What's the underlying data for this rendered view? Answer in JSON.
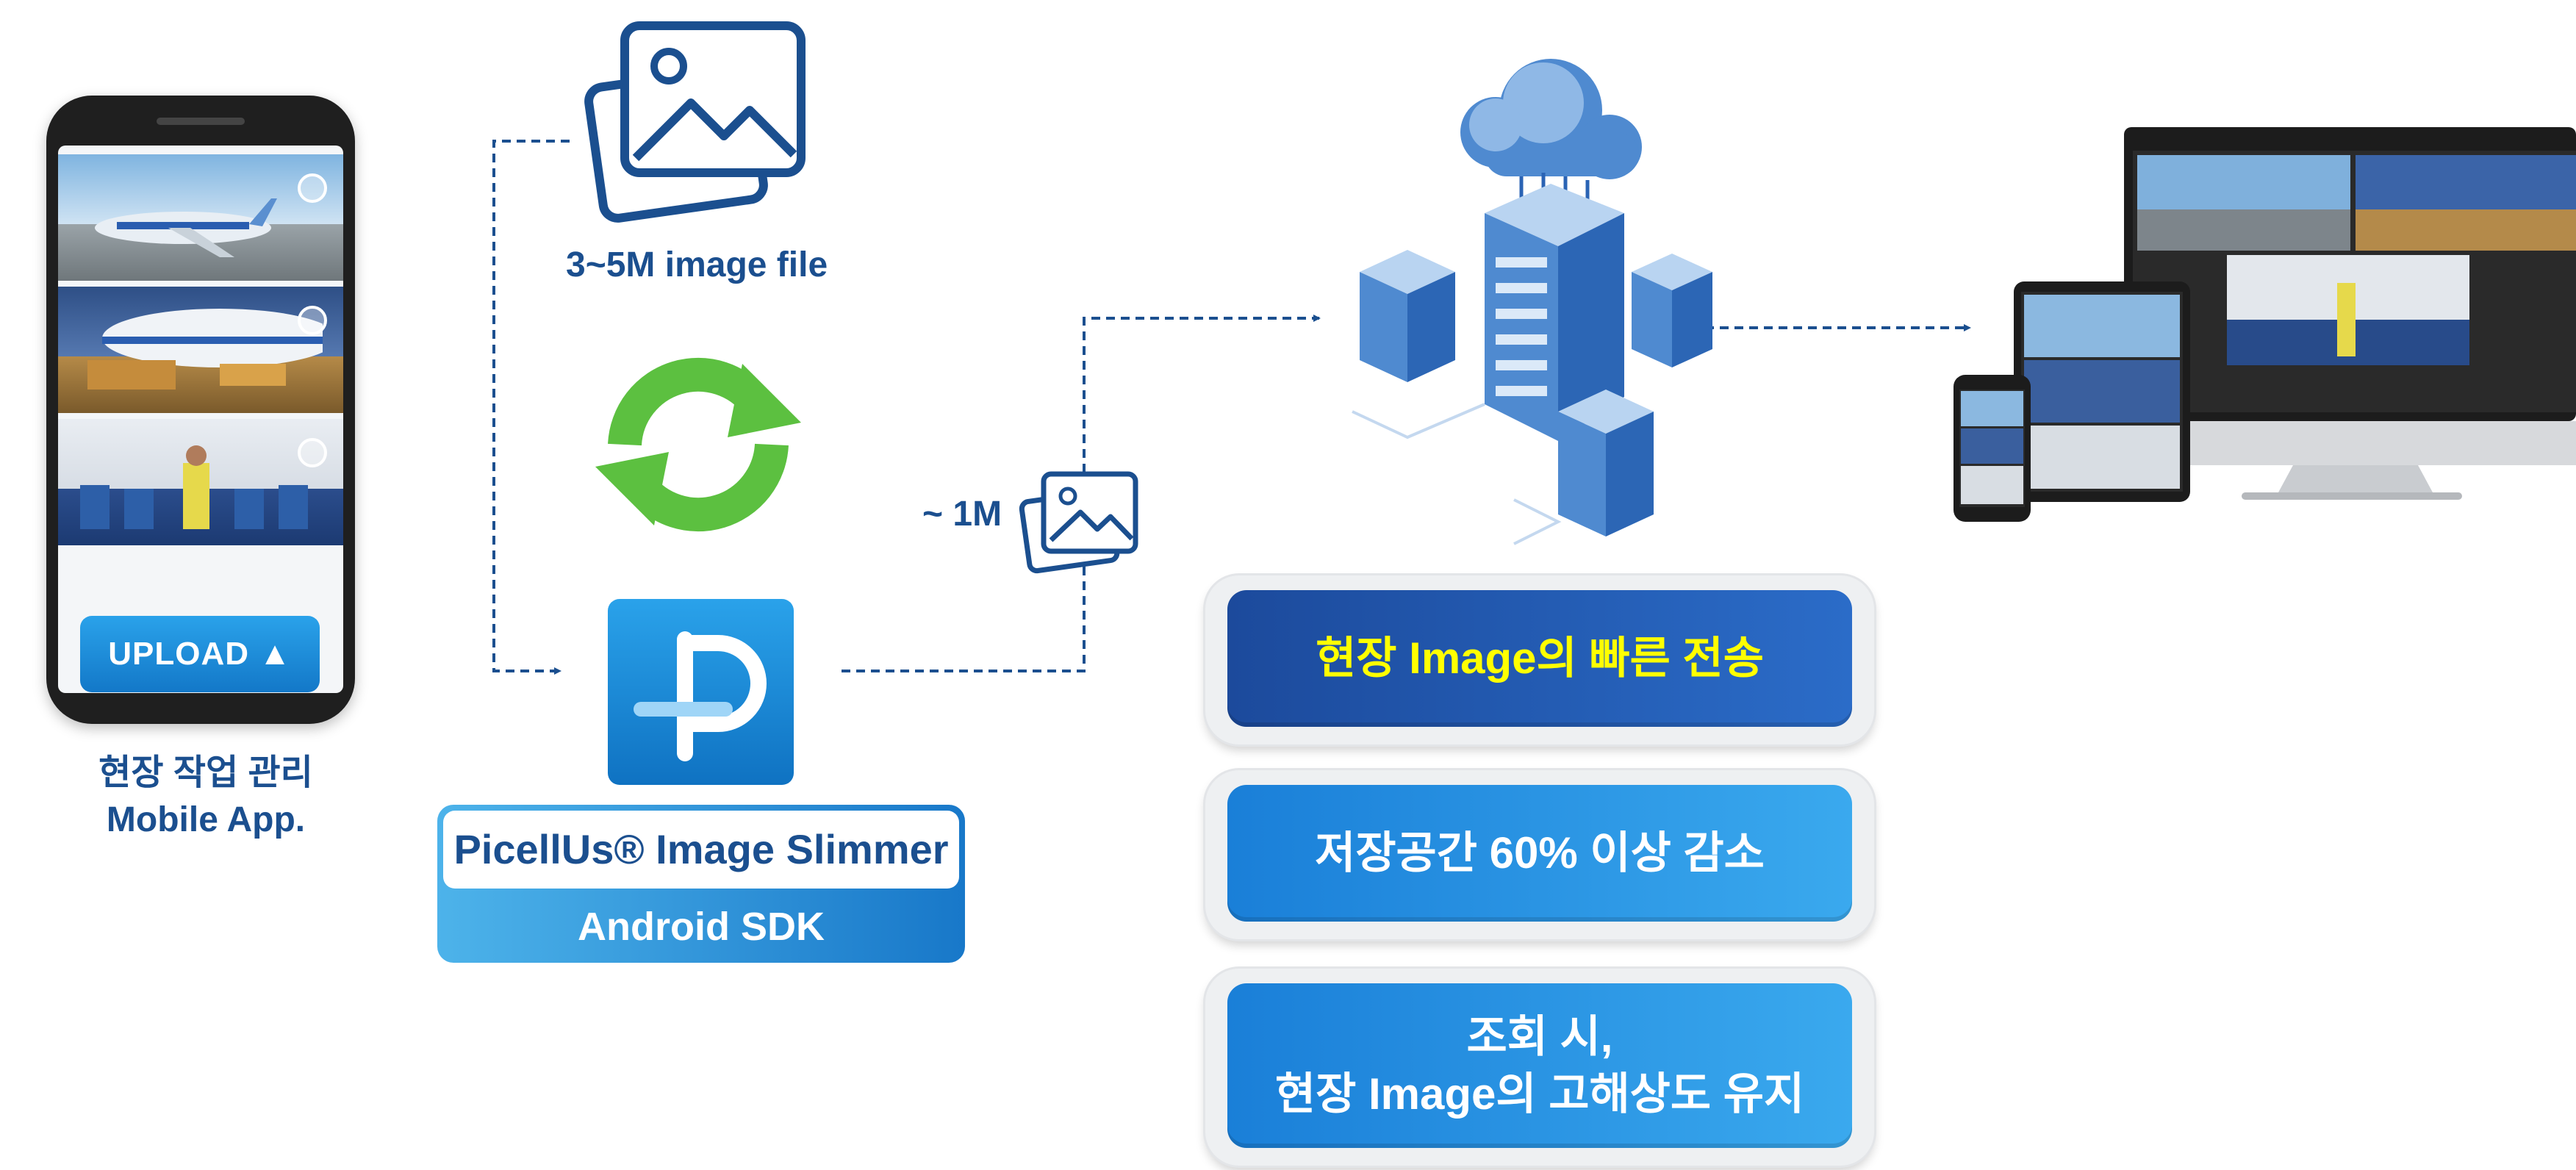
{
  "phone": {
    "upload_label": "UPLOAD ▲",
    "caption_line1": "현장 작업 관리",
    "caption_line2": "Mobile App."
  },
  "flow": {
    "original_label": "3~5M image file",
    "slim_label": "~ 1M"
  },
  "sdk": {
    "name": "PicellUs® Image Slimmer",
    "platform": "Android SDK"
  },
  "features": [
    {
      "line1": "현장 Image의 빠른 전송",
      "line2": ""
    },
    {
      "line1": "저장공간 60% 이상 감소",
      "line2": ""
    },
    {
      "line1": "조회 시,",
      "line2": "현장 Image의 고해상도 유지"
    }
  ],
  "colors": {
    "navy_text": "#1b4f8f",
    "feature1_bg": "#1f58b0",
    "feature1_text": "#ffff00",
    "feature_blue": "#1a8ce0",
    "refresh_green": "#5cc040",
    "sdk_blue": "#1b8fd8"
  },
  "icons": [
    "picture-icon",
    "refresh-icon",
    "picellus-logo",
    "cloud-server-icon",
    "multi-device-icon",
    "arrow-icon"
  ]
}
